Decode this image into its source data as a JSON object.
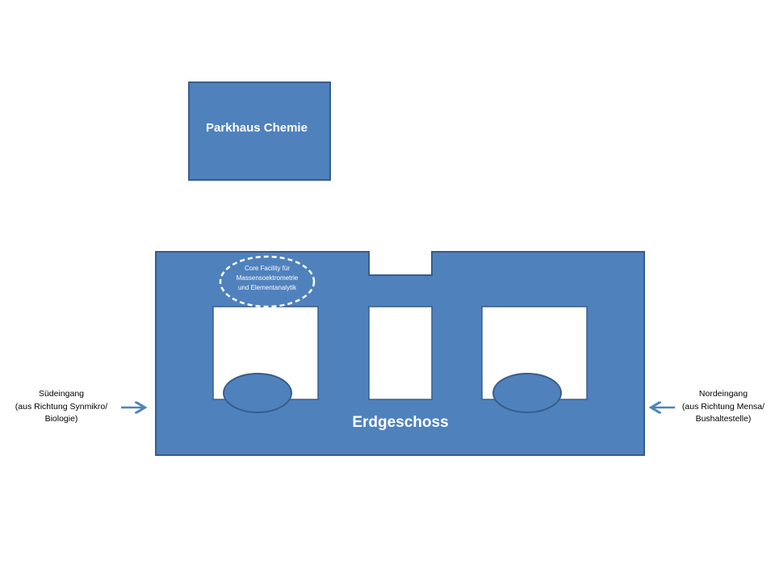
{
  "colors": {
    "fill": "#4f81bd",
    "stroke": "#385d8a",
    "label": "#ffffff",
    "text": "#000000",
    "background": "#ffffff"
  },
  "parking": {
    "label": "Parkhaus Chemie"
  },
  "building": {
    "label": "Erdgeschoss"
  },
  "core_facility": {
    "line1": "Core Facility für",
    "line2": "Massensoektrometrie",
    "line3": "und Elementanalytik"
  },
  "south_entrance": {
    "line1": "Südeingang",
    "line2": "(aus Richtung Synmikro/",
    "line3": "Biologie)",
    "icon": "arrow-right-icon"
  },
  "north_entrance": {
    "line1": "Nordeingang",
    "line2": "(aus Richtung Mensa/",
    "line3": "Bushaltestelle)",
    "icon": "arrow-left-icon"
  }
}
